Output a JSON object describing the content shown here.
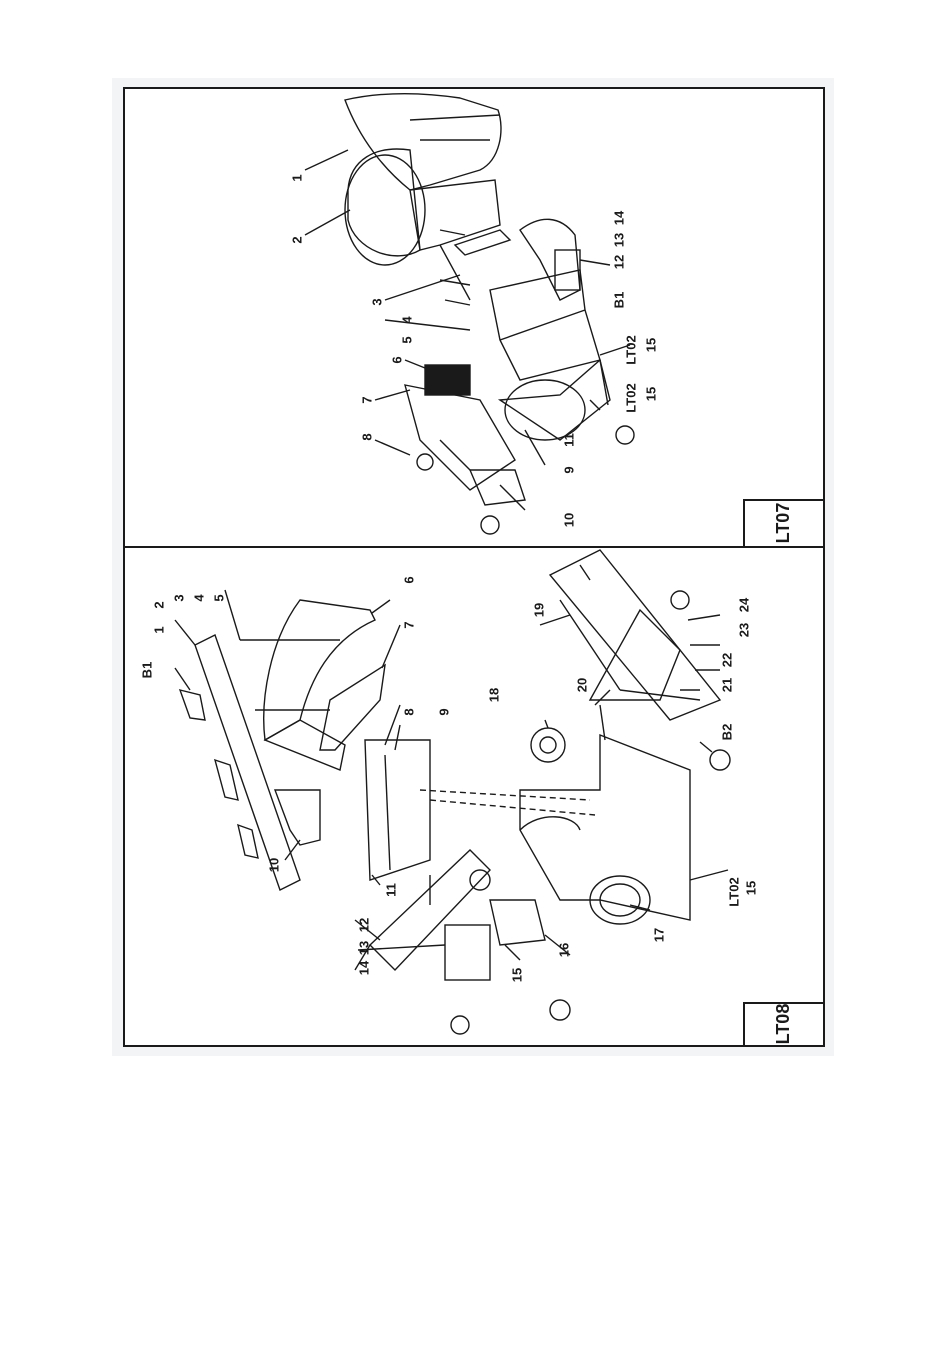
{
  "panels": [
    {
      "code": "LT07",
      "callouts": [
        {
          "id": "c1",
          "text": "1"
        },
        {
          "id": "c2",
          "text": "2"
        },
        {
          "id": "c3",
          "text": "3"
        },
        {
          "id": "c4",
          "text": "4"
        },
        {
          "id": "c5",
          "text": "5"
        },
        {
          "id": "c6",
          "text": "6"
        },
        {
          "id": "c7",
          "text": "7"
        },
        {
          "id": "c8",
          "text": "8"
        },
        {
          "id": "c9",
          "text": "9"
        },
        {
          "id": "c10",
          "text": "10"
        },
        {
          "id": "c11",
          "text": "11"
        },
        {
          "id": "c12",
          "text": "12"
        },
        {
          "id": "c13",
          "text": "13"
        },
        {
          "id": "c14",
          "text": "14"
        },
        {
          "id": "cB1",
          "text": "B1"
        },
        {
          "id": "cLT02a",
          "text": "LT02"
        },
        {
          "id": "c15a",
          "text": "15"
        },
        {
          "id": "cLT02b",
          "text": "LT02"
        },
        {
          "id": "c15b",
          "text": "15"
        }
      ]
    },
    {
      "code": "LT08",
      "callouts": [
        {
          "id": "d1",
          "text": "1"
        },
        {
          "id": "d2",
          "text": "2"
        },
        {
          "id": "d3",
          "text": "3"
        },
        {
          "id": "d4",
          "text": "4"
        },
        {
          "id": "d5",
          "text": "5"
        },
        {
          "id": "d6",
          "text": "6"
        },
        {
          "id": "d7",
          "text": "7"
        },
        {
          "id": "d8",
          "text": "8"
        },
        {
          "id": "d9",
          "text": "9"
        },
        {
          "id": "d10",
          "text": "10"
        },
        {
          "id": "d11",
          "text": "11"
        },
        {
          "id": "d12",
          "text": "12"
        },
        {
          "id": "d13",
          "text": "13"
        },
        {
          "id": "d14",
          "text": "14"
        },
        {
          "id": "d15",
          "text": "15"
        },
        {
          "id": "d16",
          "text": "16"
        },
        {
          "id": "d17",
          "text": "17"
        },
        {
          "id": "d18",
          "text": "18"
        },
        {
          "id": "d19",
          "text": "19"
        },
        {
          "id": "d20",
          "text": "20"
        },
        {
          "id": "d21",
          "text": "21"
        },
        {
          "id": "d22",
          "text": "22"
        },
        {
          "id": "d23",
          "text": "23"
        },
        {
          "id": "d24",
          "text": "24"
        },
        {
          "id": "dB1",
          "text": "B1"
        },
        {
          "id": "dB2",
          "text": "B2"
        },
        {
          "id": "dLT02",
          "text": "LT02"
        },
        {
          "id": "d15b",
          "text": "15"
        }
      ]
    }
  ]
}
